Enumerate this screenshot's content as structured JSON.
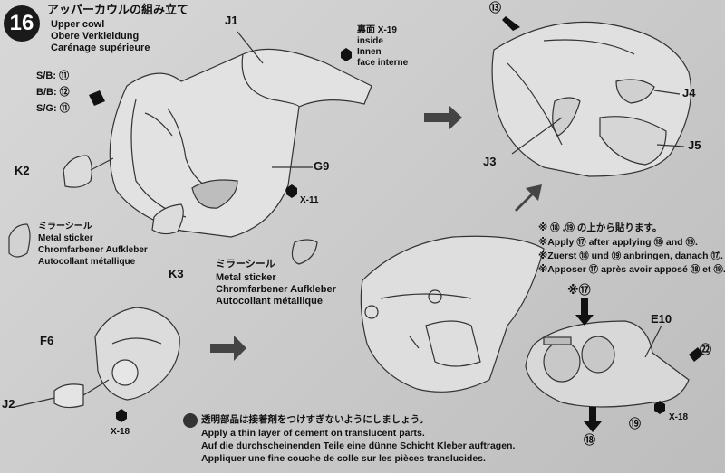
{
  "step": {
    "number": "16",
    "title_jp": "アッパーカウルの組み立て",
    "title_en": "Upper cowl",
    "title_de": "Obere Verkleidung",
    "title_fr": "Carénage supérieure"
  },
  "parts": {
    "j1": "J1",
    "g9": "G9",
    "k2": "K2",
    "k3": "K3",
    "j3": "J3",
    "j4": "J4",
    "j5": "J5",
    "f6": "F6",
    "j2": "J2",
    "e10": "E10"
  },
  "colors": {
    "sb": "S/B:",
    "bb": "B/B:",
    "sg": "S/G:",
    "sb_num": "⑪",
    "bb_num": "⑫",
    "sg_num": "⑪"
  },
  "inside_note": {
    "code": "裏面 X-19",
    "en": "inside",
    "de": "Innen",
    "fr": "face interne"
  },
  "cement": {
    "x11": "X-11",
    "x18_a": "X-18",
    "x18_b": "X-18"
  },
  "sticker_left": {
    "jp": "ミラーシール",
    "en": "Metal sticker",
    "de": "Chromfarbener Aufkleber",
    "fr": "Autocollant métallique"
  },
  "sticker_mid": {
    "jp": "ミラーシール",
    "en": "Metal sticker",
    "de": "Chromfarbener Aufkleber",
    "fr": "Autocollant métallique"
  },
  "decal_note": {
    "jp": "※ ⑱ ,⑲ の上から貼ります。",
    "en": "※Apply ⑰ after applying ⑱ and ⑲.",
    "de": "※Zuerst ⑱ und ⑲ anbringen, danach ⑰.",
    "fr": "※Apposer ⑰ après avoir apposé ⑱ et ⑲."
  },
  "decals": {
    "d13": "⑬",
    "d17": "※⑰",
    "d18": "⑱",
    "d19": "⑲",
    "d22": "㉒"
  },
  "bottom_note": {
    "jp": "透明部品は接着剤をつけすぎないようにしましょう。",
    "en": "Apply a thin layer of cement on translucent parts.",
    "de": "Auf die durchscheinenden Teile eine dünne Schicht Kleber auftragen.",
    "fr": "Appliquer une fine couche de colle sur les pièces translucides."
  },
  "icons": [
    "cement-bottle-icon",
    "decal-arrow-icon",
    "process-arrow-icon",
    "caution-burst-icon"
  ]
}
